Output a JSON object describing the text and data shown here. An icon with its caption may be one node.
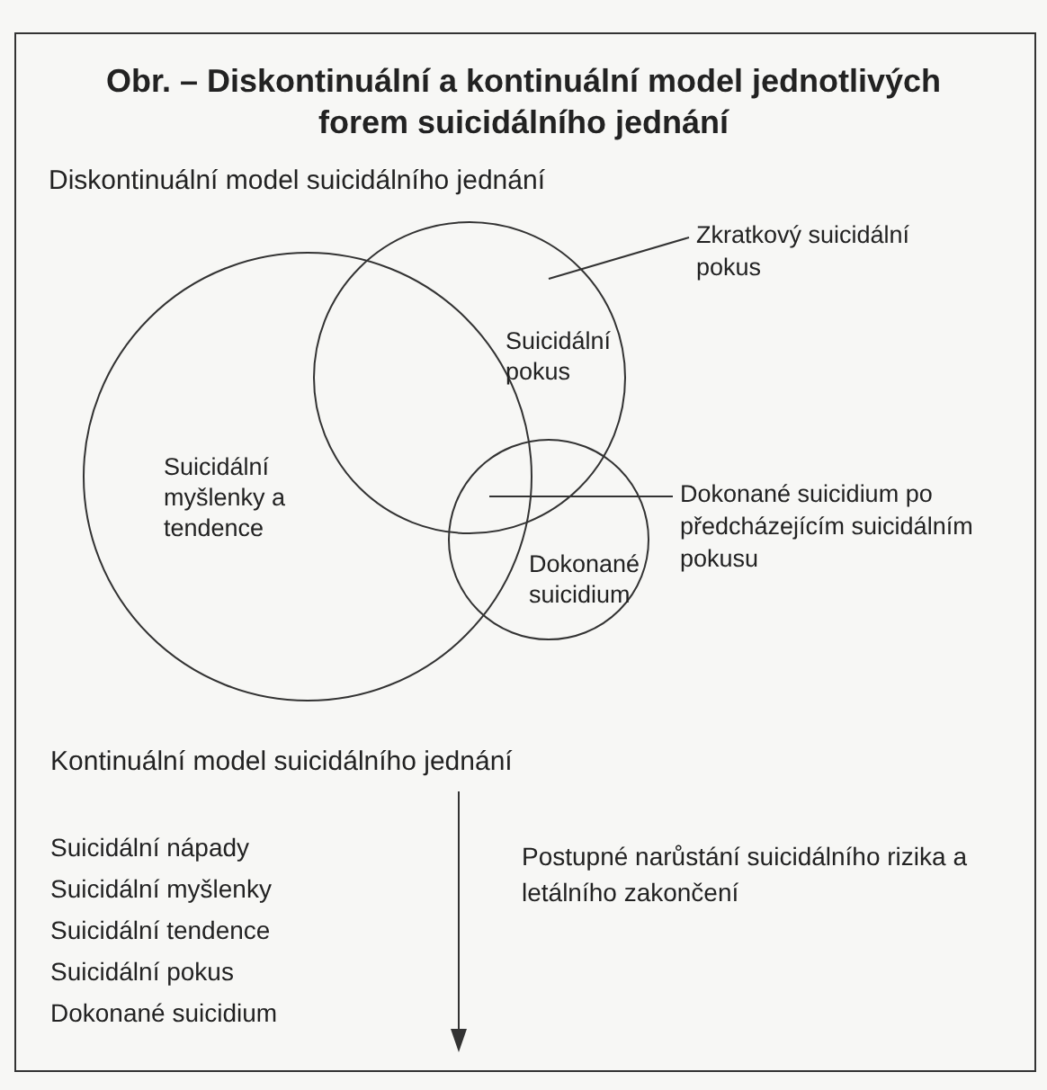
{
  "diagram": {
    "title": "Obr. – Diskontinuální a kontinuální model jednotlivých forem suicidálního jednání",
    "nodes": [
      {
        "text": [
          "Suicidální myšlenky a tendence"
        ]
      },
      {
        "text": [
          "Suicidální pokus"
        ]
      },
      {
        "text": [
          "Dokonané suicidium"
        ]
      },
      {
        "text": [
          "Zkratkový suicidální pokus"
        ]
      },
      {
        "text": [
          "Dokonané suicidium po předcházejícím suicidálním pokusu"
        ]
      }
    ],
    "edges": [
      {
        "from": 3,
        "to": 1,
        "arrow": "none"
      },
      {
        "from": 4,
        "to": 2,
        "arrow": "none"
      }
    ],
    "labels": [
      "Diskontinuální model suicidálního jednání",
      "Kontinuální model suicidálního jednání",
      "Suicidální nápady",
      "Suicidální myšlenky",
      "Suicidální tendence",
      "Suicidální pokus",
      "Dokonané suicidium",
      "Postupné narůstání suicidálního rizika a letálního zakončení"
    ]
  }
}
